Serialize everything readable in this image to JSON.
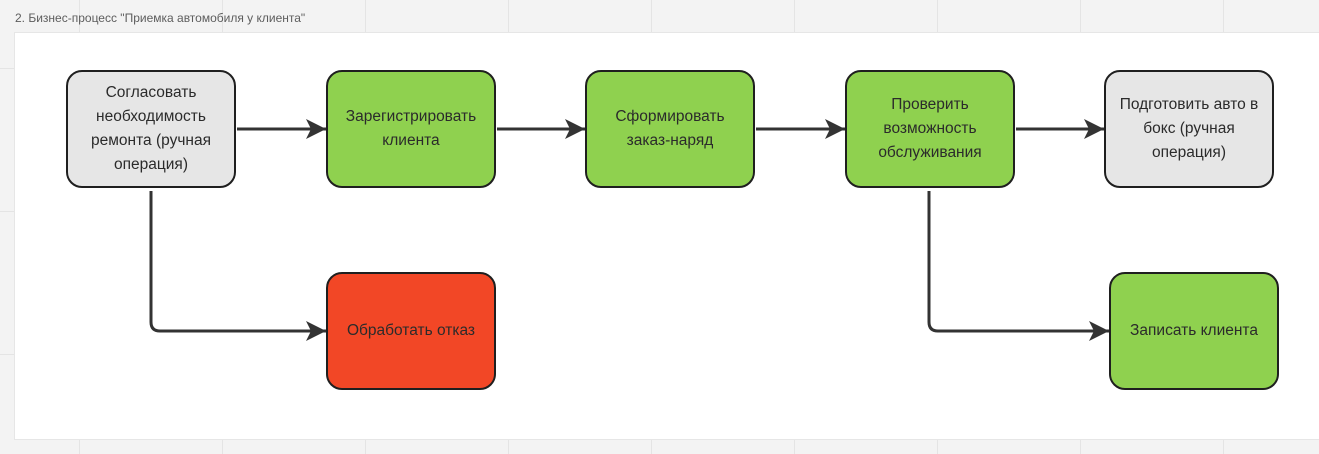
{
  "frame": {
    "title": "2. Бизнес-процесс \"Приемка автомобиля у клиента\""
  },
  "colors": {
    "manual": "#e6e6e6",
    "system": "#8fd14f",
    "reject": "#f24726",
    "border": "#1f1f1f",
    "connector": "#333333"
  },
  "nodes": {
    "agree": "Согласовать необходимость ремонта (ручная операция)",
    "register": "Зарегистрировать клиента",
    "order": "Сформировать заказ-наряд",
    "check": "Проверить возможность обслуживания",
    "prepare": "Подготовить авто в бокс (ручная операция)",
    "reject": "Обработать отказ",
    "book": "Записать клиента"
  }
}
